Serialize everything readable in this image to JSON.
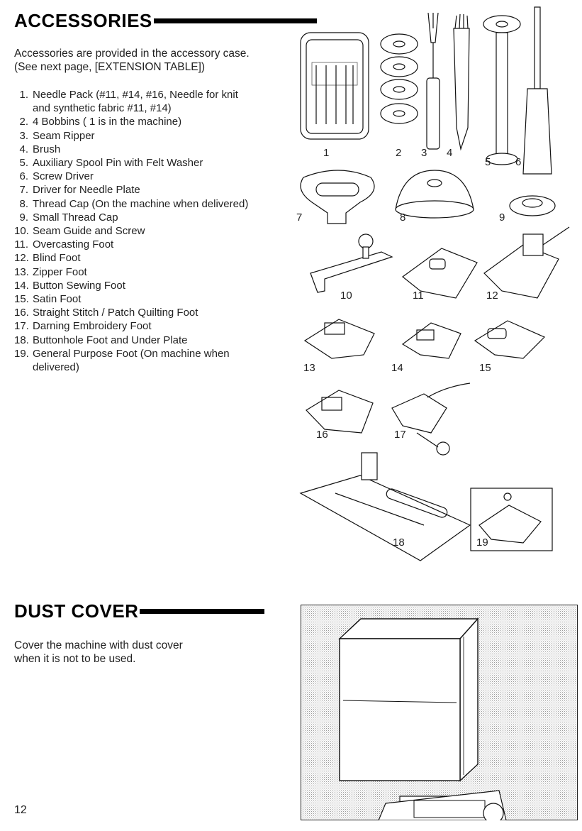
{
  "accessories": {
    "title": "ACCESSORIES",
    "intro_line1": "Accessories are provided in the accessory case.",
    "intro_line2": "(See next page, [EXTENSION TABLE])",
    "items": [
      {
        "num": "1.",
        "text": "Needle Pack (#11, #14, #16, Needle for knit"
      },
      {
        "num": "",
        "text": "and synthetic fabric #11, #14)"
      },
      {
        "num": "2.",
        "text": "4 Bobbins ( 1 is in the machine)"
      },
      {
        "num": "3.",
        "text": "Seam Ripper"
      },
      {
        "num": "4.",
        "text": "Brush"
      },
      {
        "num": "5.",
        "text": "Auxiliary Spool Pin with Felt Washer"
      },
      {
        "num": "6.",
        "text": "Screw Driver"
      },
      {
        "num": "7.",
        "text": "Driver for Needle Plate"
      },
      {
        "num": "8.",
        "text": "Thread Cap (On the machine when delivered)"
      },
      {
        "num": "9.",
        "text": "Small Thread Cap"
      },
      {
        "num": "10.",
        "text": "Seam Guide and Screw"
      },
      {
        "num": "11.",
        "text": "Overcasting Foot"
      },
      {
        "num": "12.",
        "text": "Blind Foot"
      },
      {
        "num": "13.",
        "text": "Zipper Foot"
      },
      {
        "num": "14.",
        "text": "Button Sewing Foot"
      },
      {
        "num": "15.",
        "text": "Satin Foot"
      },
      {
        "num": "16.",
        "text": "Straight Stitch / Patch Quilting Foot"
      },
      {
        "num": "17.",
        "text": "Darning Embroidery Foot"
      },
      {
        "num": "18.",
        "text": "Buttonhole Foot and Under Plate"
      },
      {
        "num": "19.",
        "text": "General Purpose Foot (On machine when"
      },
      {
        "num": "",
        "text": "delivered)"
      }
    ],
    "figure_labels": {
      "l1": "1",
      "l2": "2",
      "l3": "3",
      "l4": "4",
      "l5": "5",
      "l6": "6",
      "l7": "7",
      "l8": "8",
      "l9": "9",
      "l10": "10",
      "l11": "11",
      "l12": "12",
      "l13": "13",
      "l14": "14",
      "l15": "15",
      "l16": "16",
      "l17": "17",
      "l18": "18",
      "l19": "19"
    }
  },
  "dust_cover": {
    "title": "DUST COVER",
    "line1": "Cover the machine with dust cover",
    "line2": "when it is not to be used."
  },
  "page_number": "12"
}
